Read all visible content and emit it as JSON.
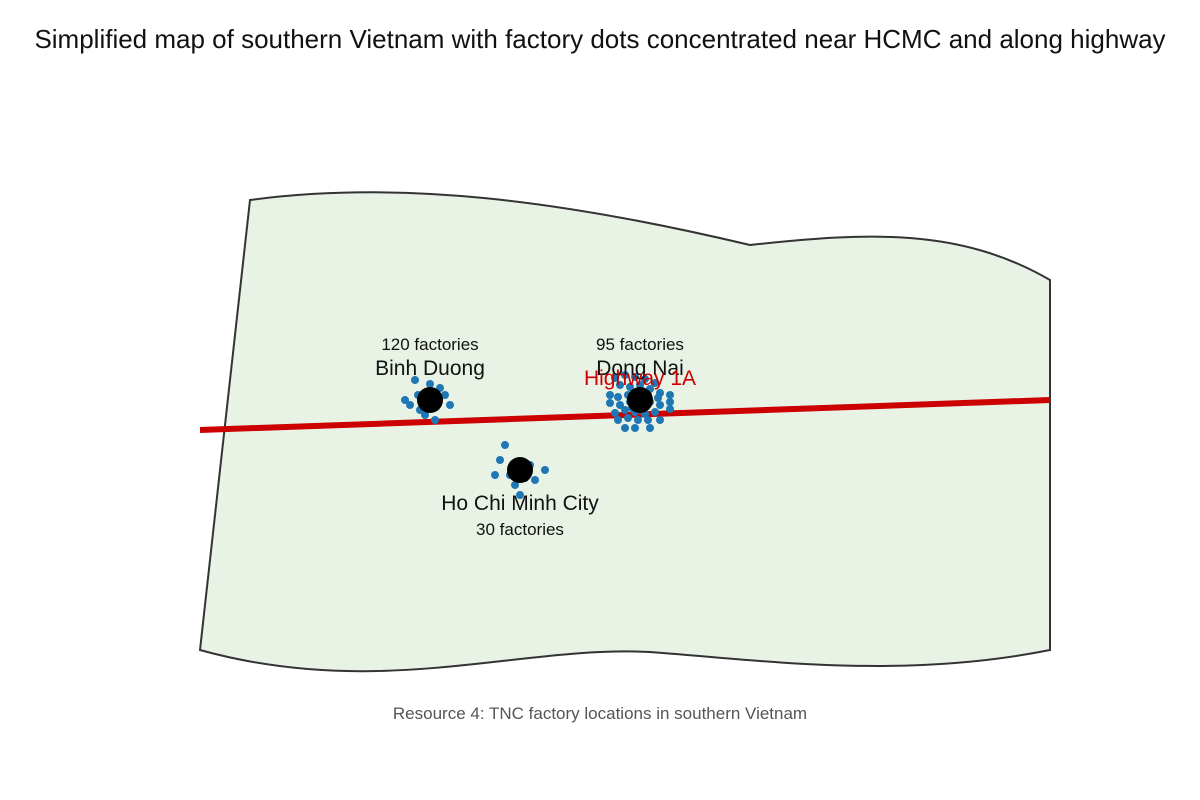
{
  "title": "Simplified map of southern Vietnam with factory dots concentrated near HCMC and along highway",
  "caption": "Resource 4: TNC factory locations in southern Vietnam",
  "highway": {
    "label": "Highway 1A",
    "color": "#cc0000"
  },
  "colors": {
    "land_fill": "#e8f3e6",
    "land_stroke": "#333333",
    "factory_dot": "#1f77b4",
    "city_marker": "#000000",
    "label_text": "#111111"
  },
  "cities": [
    {
      "name": "Binh Duong",
      "factories_label": "120 factories"
    },
    {
      "name": "Dong Nai",
      "factories_label": "95 factories"
    },
    {
      "name": "Ho Chi Minh City",
      "factories_label": "30 factories"
    }
  ]
}
